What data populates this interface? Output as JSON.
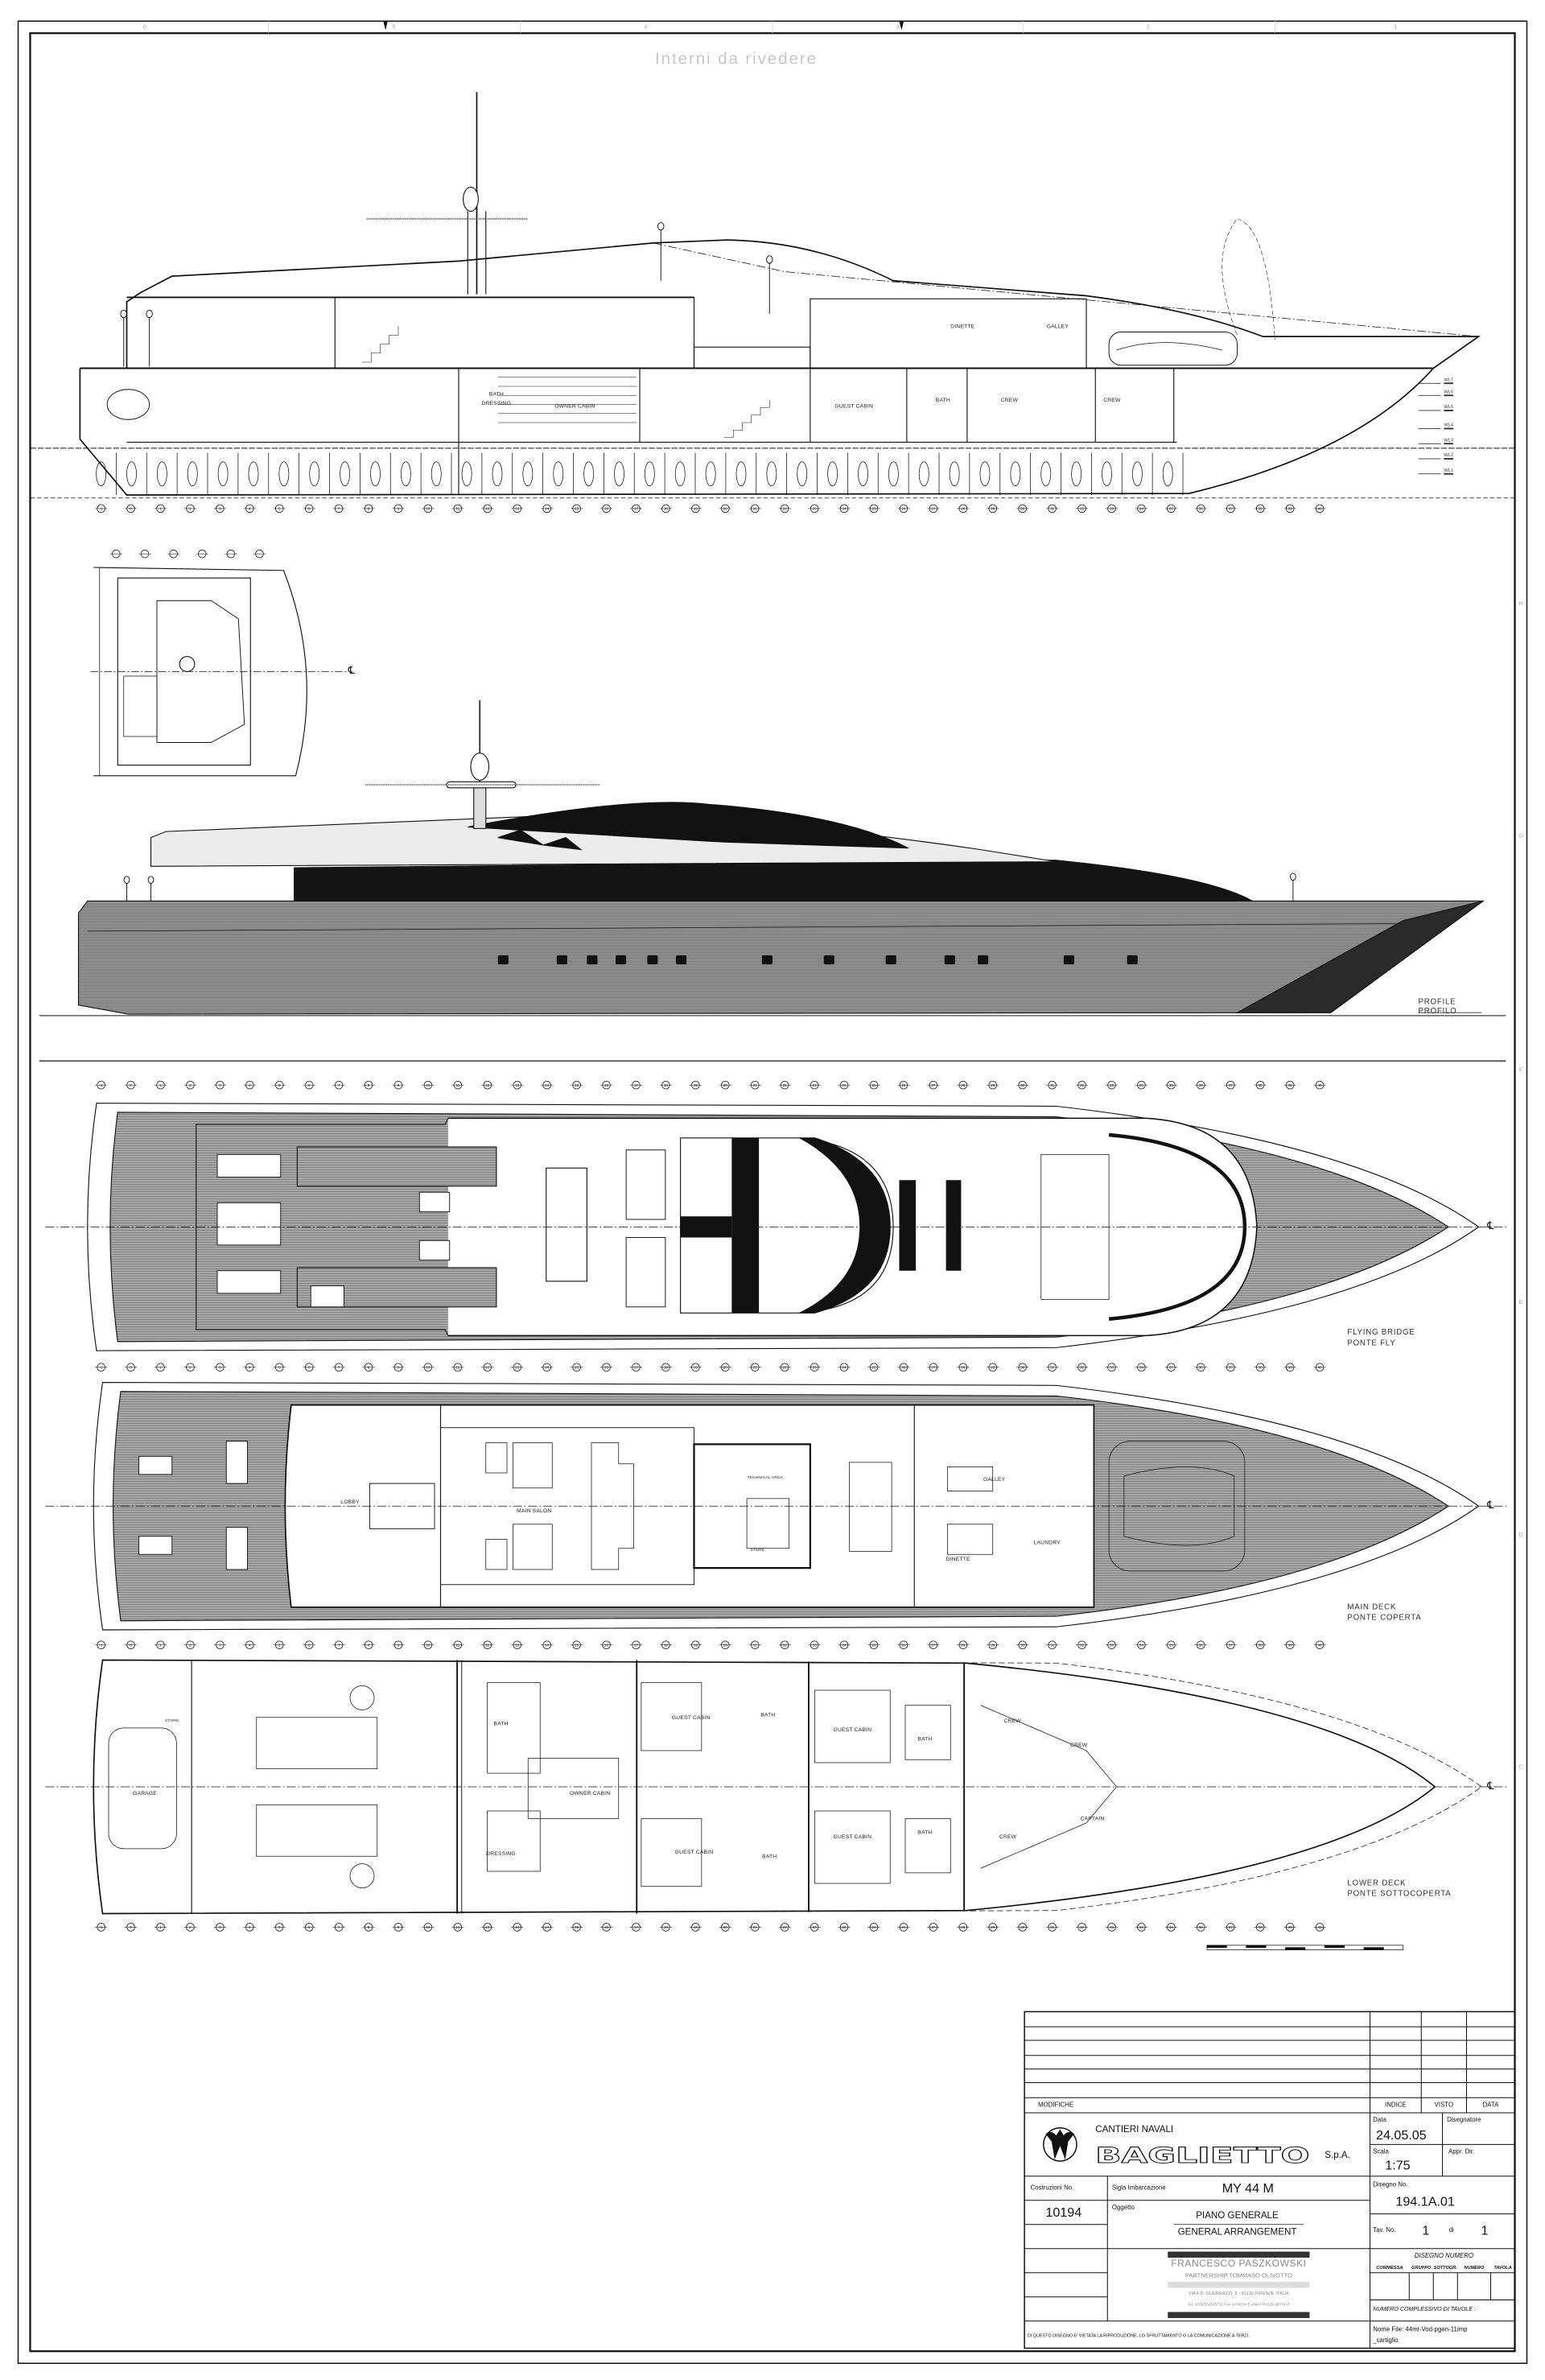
{
  "sheet": {
    "note": "Interni da rivedere",
    "ruler_columns": [
      "6",
      "5",
      "4",
      "3",
      "2",
      "1"
    ],
    "ruler_rows": [
      "H",
      "G",
      "F",
      "E",
      "D",
      "C"
    ]
  },
  "views": {
    "profile": {
      "label_en": "PROFILE",
      "label_it": "PROFILO"
    },
    "flying_bridge": {
      "label_en": "FLYING BRIDGE",
      "label_it": "PONTE FLY"
    },
    "main_deck": {
      "label_en": "MAIN DECK",
      "label_it": "PONTE COPERTA"
    },
    "lower_deck": {
      "label_en": "LOWER DECK",
      "label_it": "PONTE SOTTOCOPERTA"
    },
    "centerline_symbol": "℄"
  },
  "section": {
    "rooms": [
      "BATH",
      "DRESSING",
      "OWNER CABIN",
      "GUEST CABIN",
      "BATH",
      "CREW",
      "CREW",
      "DINETTE",
      "GALLEY"
    ],
    "waterlines": [
      "WL7",
      "WL6",
      "WL5",
      "WL4",
      "WL3",
      "WL2",
      "WL1"
    ]
  },
  "main_deck_rooms": [
    "LOBBY",
    "MAIN SALON",
    "TECHNICAL AREA",
    "STORE",
    "GALLEY",
    "DINETTE",
    "LAUNDRY"
  ],
  "lower_deck_rooms": [
    "GARAGE",
    "STORE",
    "BATH",
    "DRESSING",
    "OWNER CABIN",
    "GUEST CABIN",
    "GUEST CABIN",
    "BATH",
    "BATH",
    "GUEST CABIN",
    "GUEST CABIN",
    "BATH",
    "BATH",
    "CREW",
    "CREW",
    "CAPTAIN",
    "CREW"
  ],
  "frames": {
    "stations": [
      -1,
      0,
      1,
      2,
      3,
      4,
      5,
      6,
      7,
      8,
      9,
      10,
      11,
      12,
      13,
      14,
      15,
      16,
      17,
      18,
      19,
      20,
      21,
      22,
      23,
      24,
      25,
      26,
      27,
      28,
      29,
      30,
      31,
      32,
      33,
      34,
      35,
      36,
      37,
      38,
      39,
      40
    ]
  },
  "title_block": {
    "modifiche": "MODIFICHE",
    "indice": "INDICE",
    "visto": "VISTO",
    "data_col": "DATA",
    "company_line1": "CANTIERI NAVALI",
    "company_logo_text": "BAGLIETTO",
    "company_suffix": "S.p.A.",
    "data_label": "Data",
    "data_value": "24.05.05",
    "disegnatore_label": "Disegnatore",
    "scala_label": "Scala",
    "scala_value": "1:75",
    "appr_label": "Appr. Dir.",
    "costruzioni_label": "Costruzioni No.",
    "costruzioni_value": "10194",
    "sigla_label": "Sigla Imbarcazione",
    "sigla_value": "MY 44 M",
    "oggetto_label": "Oggetto",
    "oggetto_it": "PIANO GENERALE",
    "oggetto_en": "GENERAL ARRANGEMENT",
    "disegno_label": "Disegno No.",
    "disegno_value": "194.1A.01",
    "tav_label": "Tav. No.",
    "tav_value": "1",
    "tav_di": "di",
    "tav_total": "1",
    "disegno_numero": "DISEGNO NUMERO",
    "numero_cols": [
      "COMMESSA",
      "GRUPPO",
      "SOTTOGR.",
      "NUMERO",
      "TAVOLA"
    ],
    "numero_complessivo": "NUMERO COMPLESSIVO DI TAVOLE :",
    "nome_file_line1": "Nome File: 44mt-Vod-pgen-11imp",
    "nome_file_line2": "_cartiglio",
    "designer_name": "FRANCESCO PASZKOWSKI",
    "designer_partner": "PARTNERSHIP   TOMMASO OLIVOTTO",
    "designer_address": "VIA F.D. GUERRAZZI, 8 - 50132  FIRENZE  ITALIA",
    "designer_contact": "Tel. 0039/55/243732 Fax 2478334 E-mail  FPASZK@TIN.IT",
    "disclaimer": "DI QUESTO DISEGNO E' VIETATA LA RIPRODUZIONE, LO SFRUTTAMENTO O LA COMUNICAZIONE A TERZI."
  },
  "colors": {
    "line": "#111111",
    "teak": "#9a9a9a",
    "hull_gray": "#8c8c8c",
    "glazing": "#141414",
    "faint": "#b0b0b0"
  }
}
